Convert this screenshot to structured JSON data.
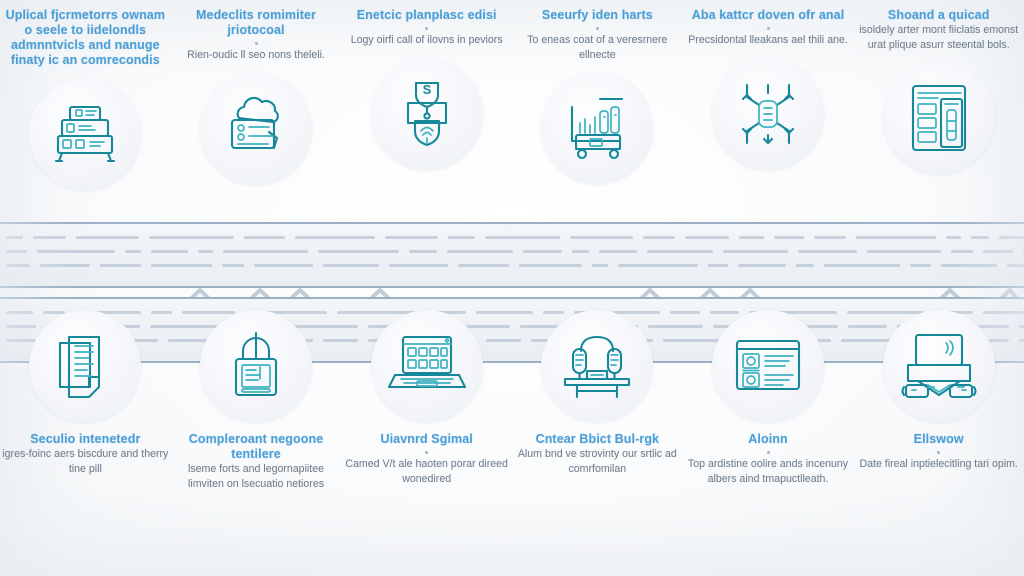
{
  "meta": {
    "title": "Process timeline infographic",
    "accent_heading": "#4b9fd6",
    "accent_icon": "#17889a",
    "rail_line": "#9bb0c4",
    "body_text": "#707f8c",
    "background": "#fbfcfd"
  },
  "rails": {
    "top_rail_label": "upper-timeline-rail",
    "bottom_rail_label": "lower-timeline-rail",
    "connector_label": "zigzag-connector"
  },
  "top_row": [
    {
      "id": "step-1",
      "heading": "Uplical fjcrmetorrs ownam o seele to iidelondls admnntvicls and nanuge finaty ic an comrecondis",
      "body": "",
      "icon": "server-rack-icon",
      "icon_label": "server-rack"
    },
    {
      "id": "step-2",
      "heading": "Medeclits romimiter jriotocoal",
      "body": "Rien-oudic ll seo nons theleli.",
      "icon": "cloud-document-icon",
      "icon_label": "cloud-document"
    },
    {
      "id": "step-3",
      "heading": "Enetcic planplasc edisi",
      "body": "Logy oirfi call of ilovns in peviors",
      "icon": "shield-fingerprint-icon",
      "icon_label": "shield-fingerprint"
    },
    {
      "id": "step-4",
      "heading": "Seeurfy iden harts",
      "body": "To eneas coat of a veresrnere ellnecte",
      "icon": "data-cart-icon",
      "icon_label": "data-cart"
    },
    {
      "id": "step-5",
      "heading": "Aba kattcr doven ofr anal",
      "body": "Precsidontal lleakans ael thili ane.",
      "icon": "network-distribution-icon",
      "icon_label": "network-distribution"
    },
    {
      "id": "step-6",
      "heading": "Shoand a quicad",
      "body": "isoldely arter mont fiiclatis emonst urat plique asurr steental bols.",
      "icon": "report-sheet-icon",
      "icon_label": "report-sheet"
    }
  ],
  "bottom_row": [
    {
      "id": "step-7",
      "heading": "Seculio intenetedr",
      "body": "igres-foinc aers biscdure and therry tine pill",
      "icon": "stacked-documents-icon",
      "icon_label": "stacked-documents"
    },
    {
      "id": "step-8",
      "heading": "Compleroant negoone tentilere",
      "body": "lseme forts and legornapiitee limviten on lsecuatio netiores",
      "icon": "padlock-record-icon",
      "icon_label": "padlock-record"
    },
    {
      "id": "step-9",
      "heading": "Uiavnrd Sgimal",
      "body": "Camed V/t ale haoten porar direed wonedired",
      "icon": "laptop-dashboard-icon",
      "icon_label": "laptop-dashboard"
    },
    {
      "id": "step-10",
      "heading": "Cntear Bbict Bul-rgk",
      "body": "Alum bnd ve strovinty our srtlic ad comrfomilan",
      "icon": "podium-microphones-icon",
      "icon_label": "podium-microphones"
    },
    {
      "id": "step-11",
      "heading": "Aloinn",
      "body": "Top ardistine oolire ands incenuny albers aind tmapuctlleath.",
      "icon": "profile-list-icon",
      "icon_label": "profile-list"
    },
    {
      "id": "step-12",
      "heading": "Ellswow",
      "body": "Date fireal inptielecitling tari opim.",
      "icon": "presentation-screen-icon",
      "icon_label": "presentation-screen"
    }
  ]
}
